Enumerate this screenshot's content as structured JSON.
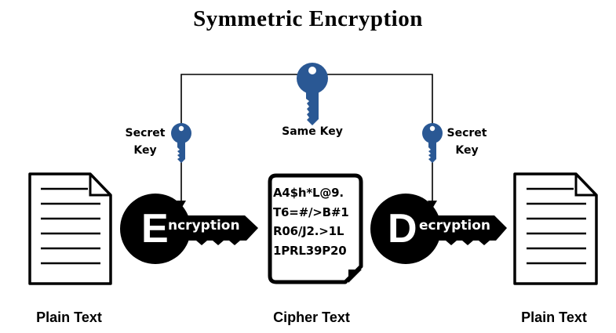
{
  "title": "Symmetric Encryption",
  "colors": {
    "key_blue": "#2A5894",
    "black": "#000000",
    "white": "#FFFFFF"
  },
  "shared_key": {
    "label": "Same Key",
    "icon": "key-icon"
  },
  "left_key": {
    "label_line1": "Secret",
    "label_line2": "Key",
    "icon": "key-icon"
  },
  "right_key": {
    "label_line1": "Secret",
    "label_line2": "Key",
    "icon": "key-icon"
  },
  "encryption": {
    "initial": "E",
    "rest": "ncryption",
    "icon": "key-shape"
  },
  "decryption": {
    "initial": "D",
    "rest": "ecryption",
    "icon": "key-shape"
  },
  "cipher_document": {
    "lines": [
      "A4$h*L@9.",
      "T6=#/>B#1",
      "R06/J2.>1L",
      "1PRL39P20"
    ],
    "label": "Cipher Text"
  },
  "plain_left": {
    "label": "Plain Text",
    "icon": "document-icon"
  },
  "plain_right": {
    "label": "Plain Text",
    "icon": "document-icon"
  }
}
